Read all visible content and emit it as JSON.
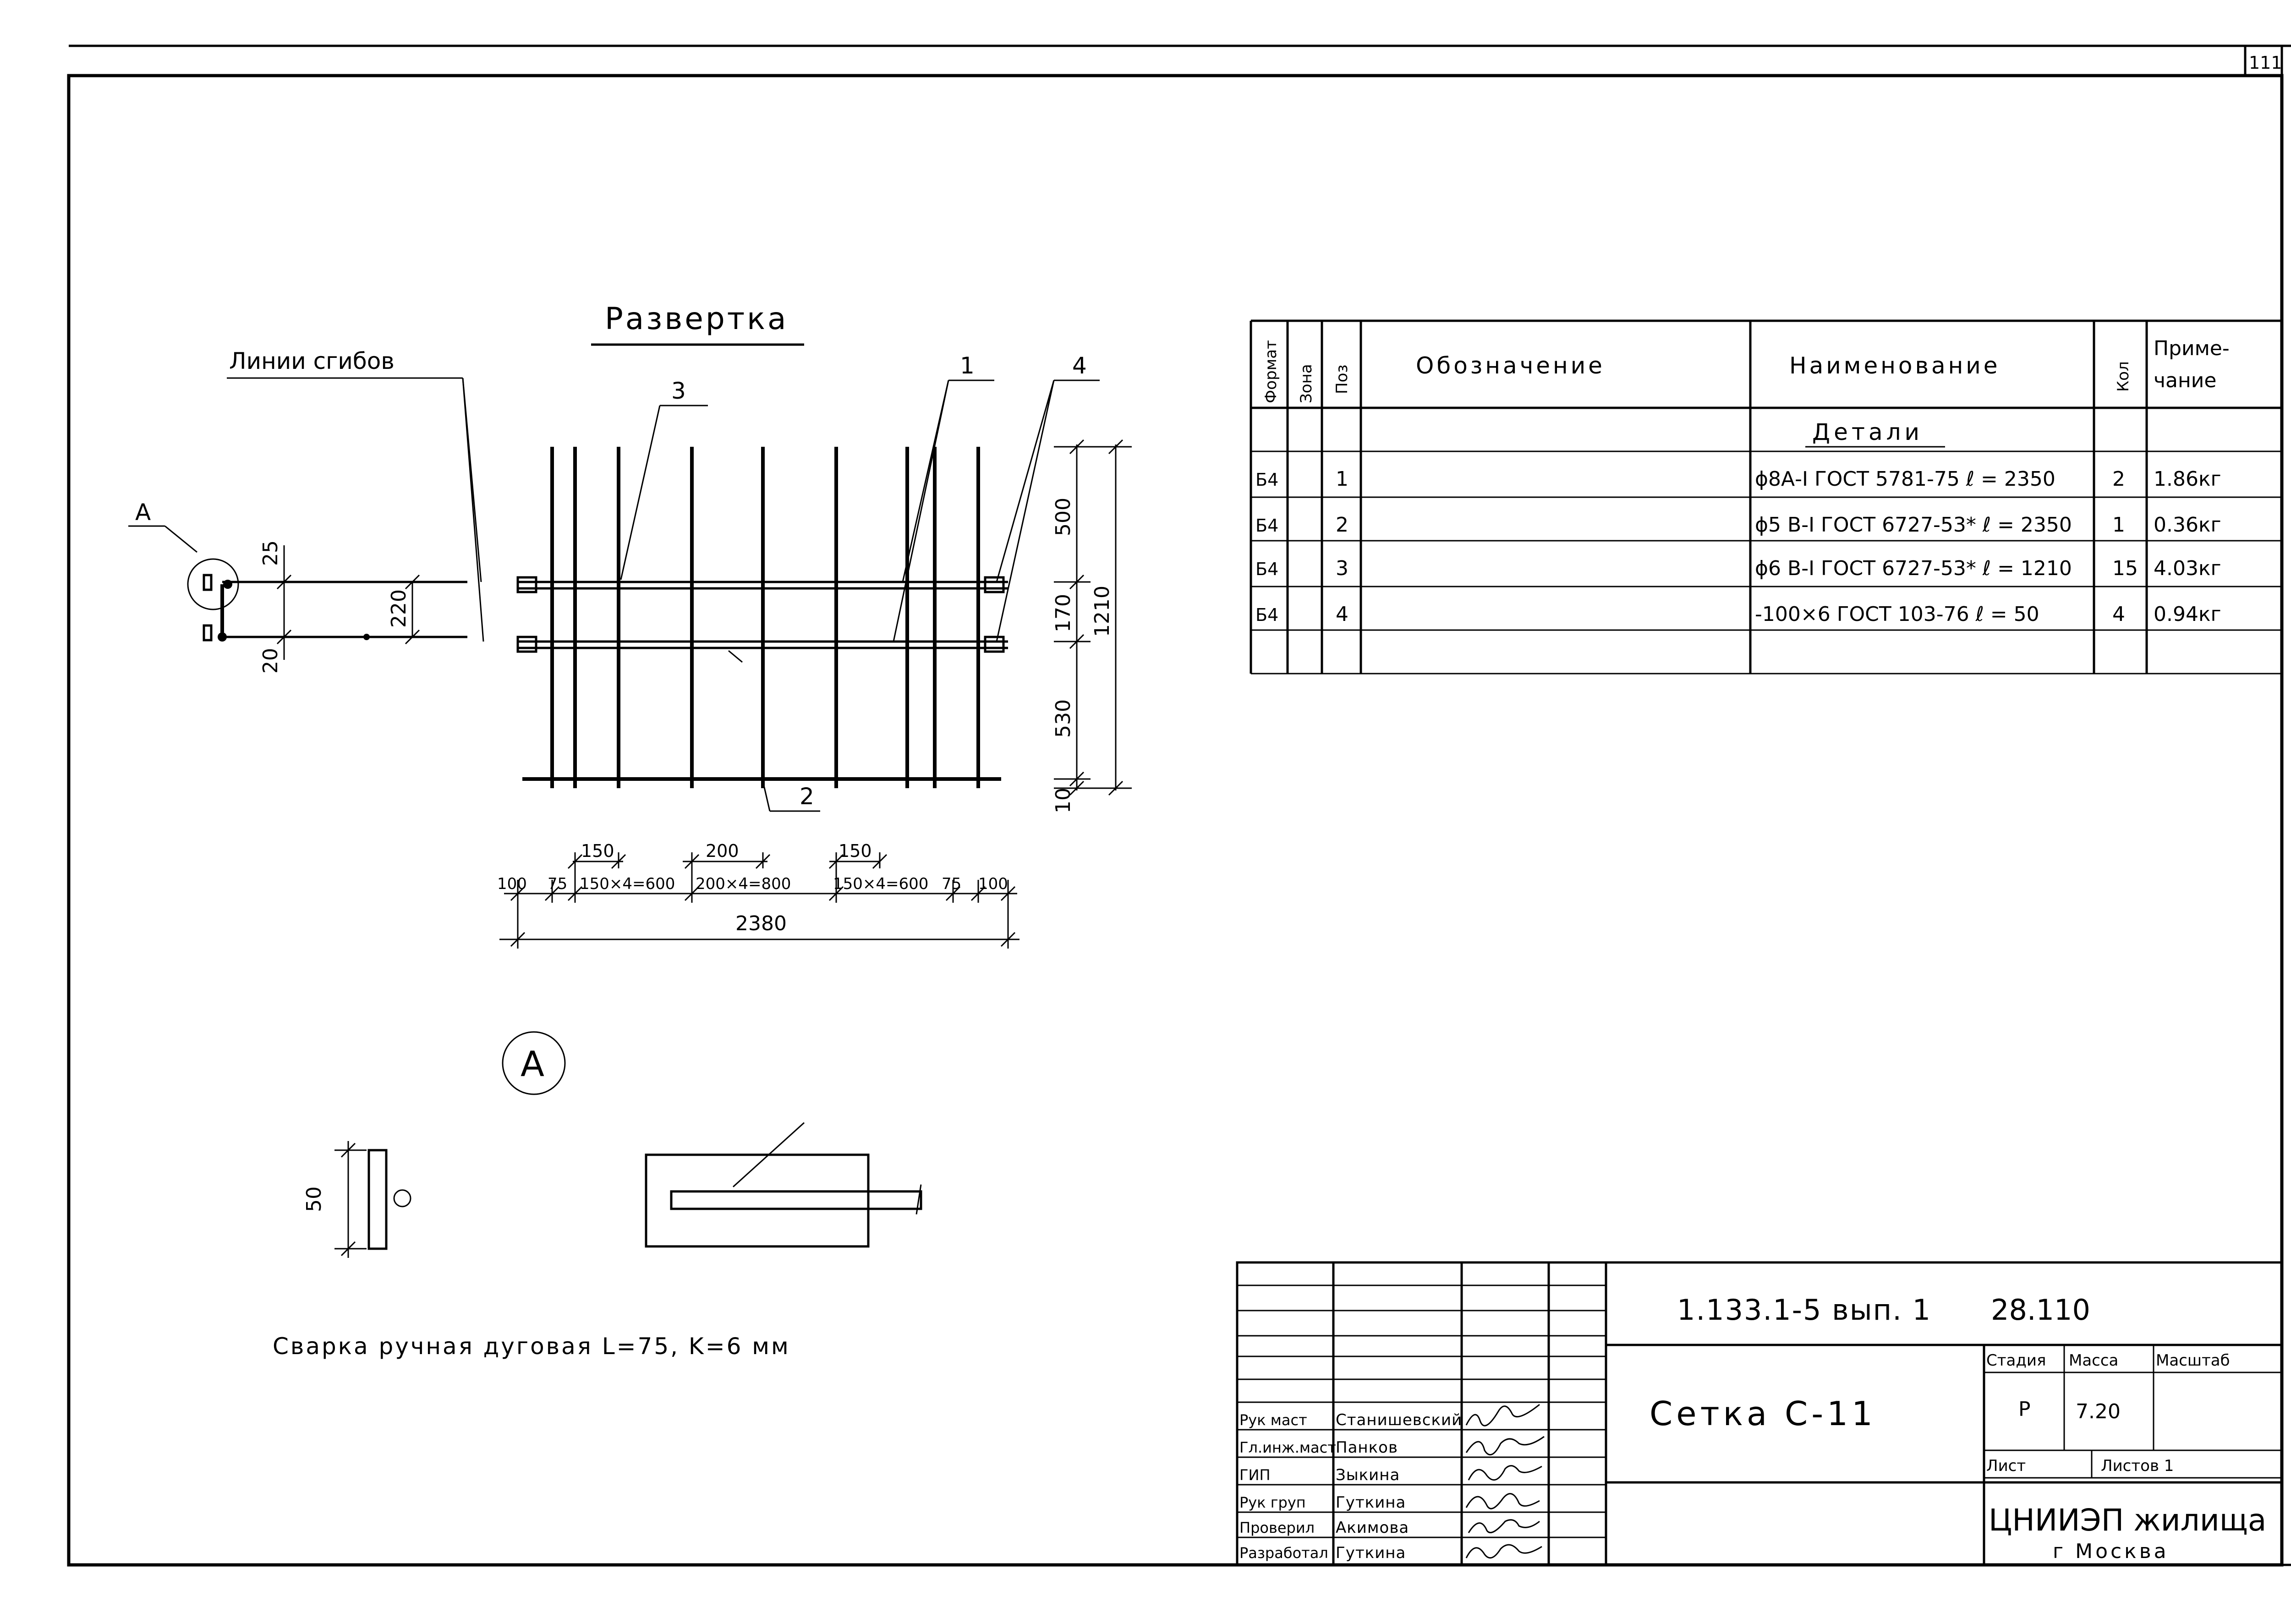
{
  "sheet": {
    "number": "111"
  },
  "drawing": {
    "title": "Развертка",
    "fold_lines_label": "Линии сгибов",
    "detail_marker": "А",
    "detail_circle": "А",
    "callouts": [
      "1",
      "2",
      "3",
      "4"
    ],
    "vertical_dims": {
      "top": "500",
      "mid": "170",
      "bottom": "530",
      "foot": "10",
      "total": "1210"
    },
    "section_dims": {
      "top": "25",
      "mid": "220",
      "bottom": "20"
    },
    "horizontal_dims": {
      "upper": [
        "150",
        "200",
        "150"
      ],
      "lower": [
        "100",
        "75",
        "150×4=600",
        "200×4=800",
        "150×4=600",
        "75",
        "100"
      ],
      "total": "2380"
    },
    "detail_dim": "50",
    "weld_note": "Сварка ручная дуговая L=75, K=6 мм"
  },
  "spec_table": {
    "headers": [
      "Формат",
      "Зона",
      "Поз",
      "Обозначение",
      "Наименование",
      "Кол",
      "Приме-\nчание"
    ],
    "section_title": "Детали",
    "rows": [
      {
        "format": "Б4",
        "zone": "",
        "pos": "1",
        "designation": "",
        "name": "ϕ8А-I ГОСТ 5781-75 ℓ = 2350",
        "qty": "2",
        "note": "1.86кг"
      },
      {
        "format": "Б4",
        "zone": "",
        "pos": "2",
        "designation": "",
        "name": "ϕ5 В-I ГОСТ 6727-53* ℓ = 2350",
        "qty": "1",
        "note": "0.36кг"
      },
      {
        "format": "Б4",
        "zone": "",
        "pos": "3",
        "designation": "",
        "name": "ϕ6 В-I ГОСТ 6727-53* ℓ = 1210",
        "qty": "15",
        "note": "4.03кг"
      },
      {
        "format": "Б4",
        "zone": "",
        "pos": "4",
        "designation": "",
        "name": "-100×6 ГОСТ 103-76 ℓ = 50",
        "qty": "4",
        "note": "0.94кг"
      }
    ]
  },
  "title_block": {
    "code": "1.133.1-5 вып. 1",
    "page_code": "28.110",
    "object_name": "Сетка С-11",
    "stage_header": "Стадия",
    "mass_header": "Масса",
    "scale_header": "Масштаб",
    "stage": "Р",
    "mass": "7.20",
    "sheet_label": "Лист",
    "sheets_label": "Листов 1",
    "org": "ЦНИИЭП жилища",
    "city": "г Москва",
    "staff": [
      {
        "role": "Рук маст",
        "name": "Станишевский"
      },
      {
        "role": "Гл.инж.маст",
        "name": "Панков"
      },
      {
        "role": "ГИП",
        "name": "Зыкина"
      },
      {
        "role": "Рук груп",
        "name": "Гуткина"
      },
      {
        "role": "Проверил",
        "name": "Акимова"
      },
      {
        "role": "Разработал",
        "name": "Гуткина"
      }
    ]
  }
}
